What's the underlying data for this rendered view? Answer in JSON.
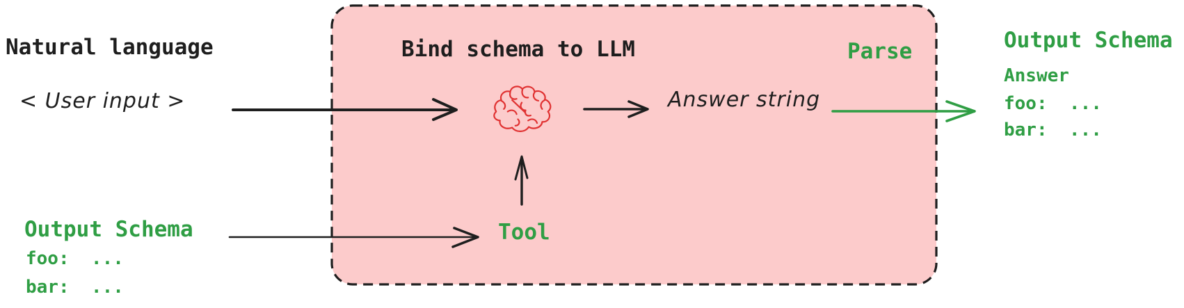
{
  "diagram": {
    "left": {
      "natural_language_label": "Natural language",
      "user_input_label": "< User input >",
      "output_schema": {
        "title": "Output Schema",
        "foo_line": "foo:  ...",
        "bar_line": "bar:  ..."
      }
    },
    "llm_box": {
      "bind_schema_label": "Bind schema to LLM",
      "parse_label": "Parse",
      "answer_string_label": "Answer string",
      "tool_label": "Tool"
    },
    "right": {
      "output_schema": {
        "title": "Output Schema",
        "answer_label": "Answer",
        "foo_line": "foo:  ...",
        "bar_line": "bar:  ..."
      }
    },
    "icons": {
      "brain": "brain-icon"
    },
    "colors": {
      "ink": "#1e1e1e",
      "green": "#2f9e44",
      "red": "#e03131",
      "pink_fill": "#fccbcb"
    }
  }
}
